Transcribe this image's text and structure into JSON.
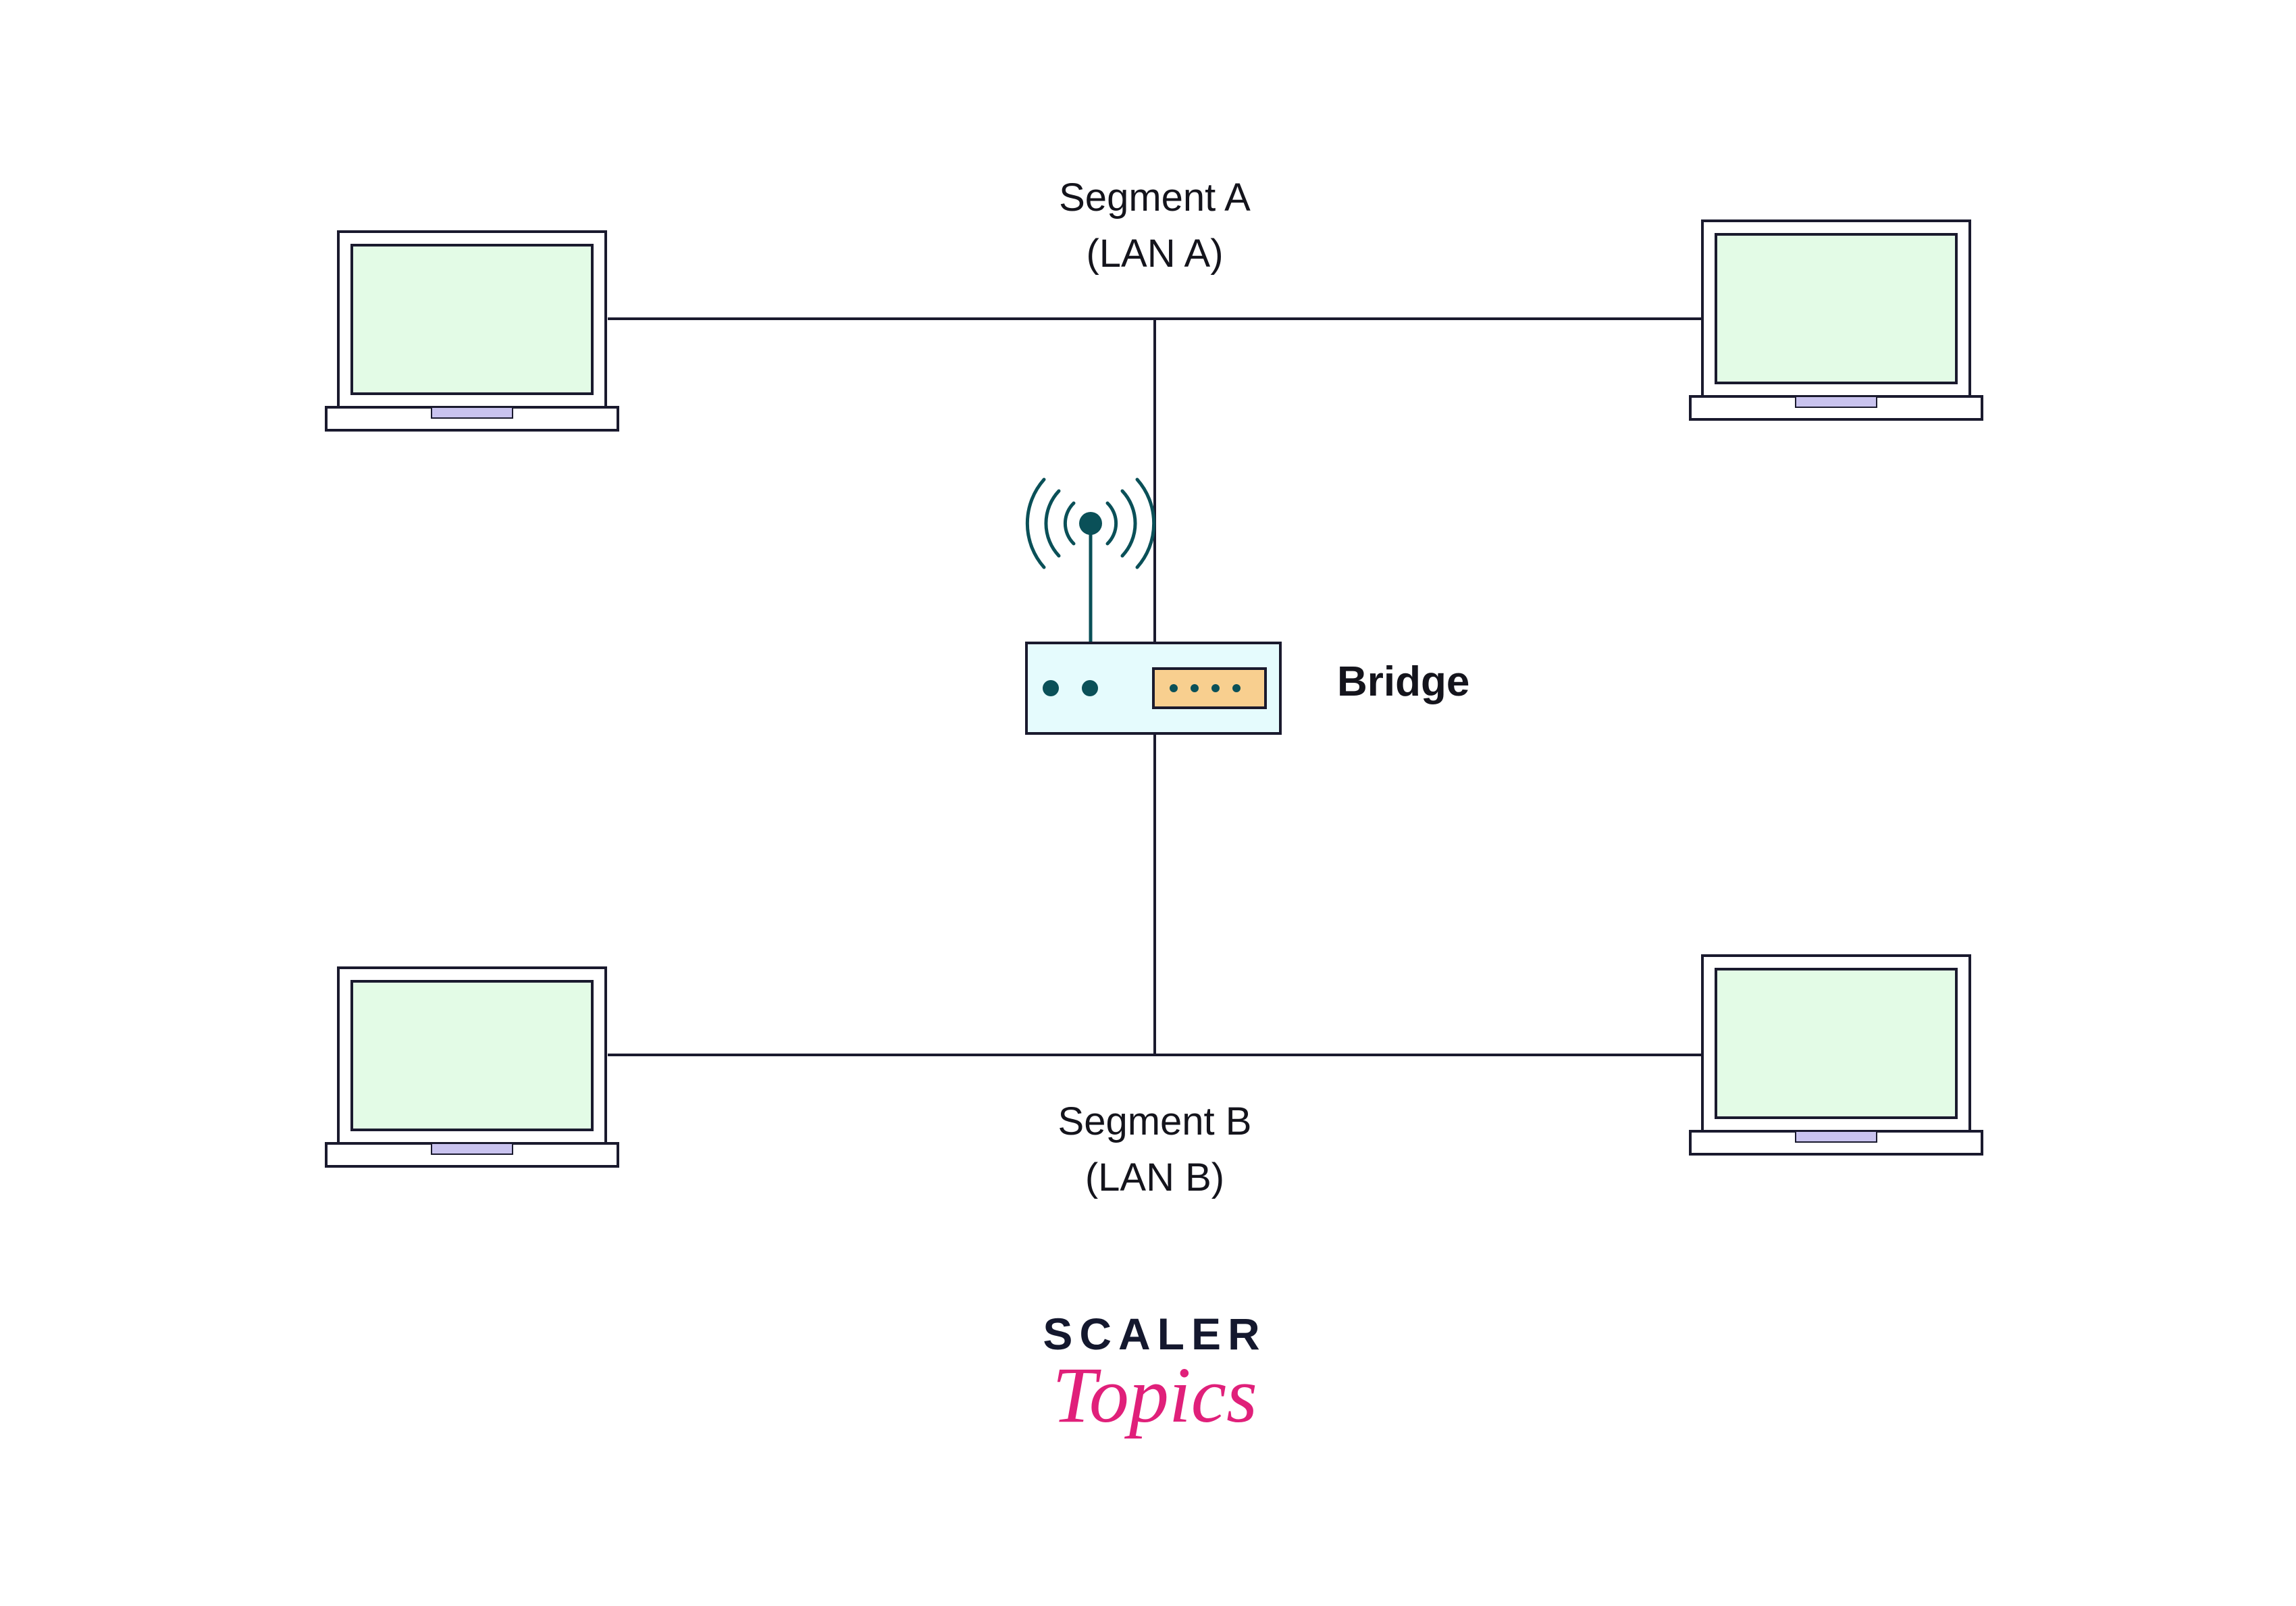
{
  "diagram": {
    "segment_a": {
      "line1": "Segment A",
      "line2": "(LAN A)"
    },
    "segment_b": {
      "line1": "Segment B",
      "line2": "(LAN B)"
    },
    "bridge_label": "Bridge"
  },
  "logo": {
    "line1": "SCALER",
    "line2": "Topics"
  },
  "colors": {
    "stroke": "#1a1a2e",
    "screen": "#e3fbe6",
    "trackpad": "#c9c3ef",
    "bridge_body": "#e5fbfd",
    "bridge_dot": "#0a5058",
    "bridge_port": "#f8cf8f",
    "logo_dark": "#14182e",
    "logo_pink": "#e0207a"
  }
}
